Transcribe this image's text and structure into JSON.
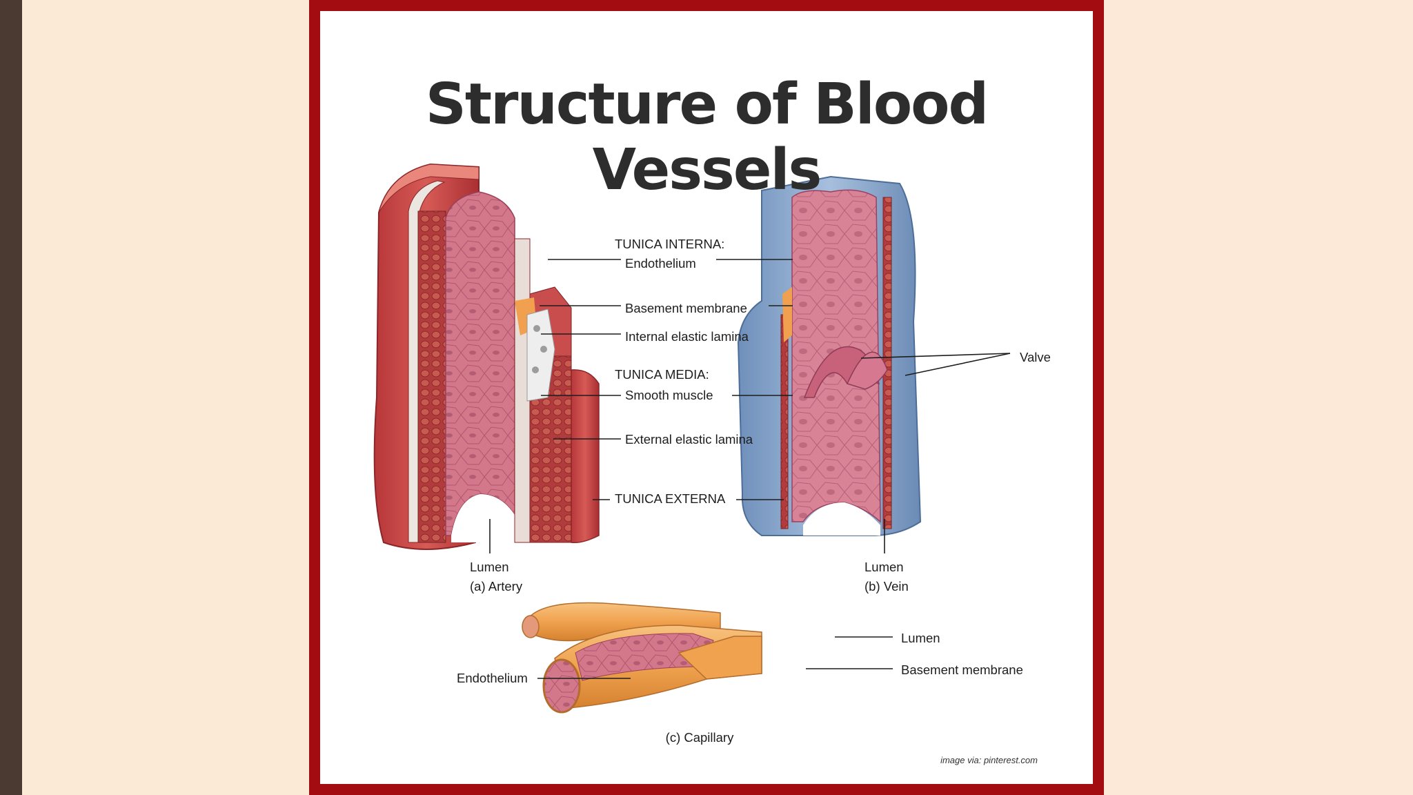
{
  "slide": {
    "title": "Structure of Blood Vessels",
    "credit": "image via: pinterest.com"
  },
  "diagram": {
    "labels": {
      "tunica_interna": "TUNICA INTERNA:",
      "endothelium": "Endothelium",
      "basement_membrane": "Basement membrane",
      "internal_elastic_lamina": "Internal elastic lamina",
      "tunica_media": "TUNICA MEDIA:",
      "smooth_muscle": "Smooth muscle",
      "external_elastic_lamina": "External elastic lamina",
      "tunica_externa": "TUNICA EXTERNA",
      "valve": "Valve",
      "artery_lumen": "Lumen",
      "artery_caption": "(a) Artery",
      "vein_lumen": "Lumen",
      "vein_caption": "(b) Vein",
      "capillary_lumen": "Lumen",
      "capillary_basement": "Basement membrane",
      "capillary_endothelium": "Endothelium",
      "capillary_caption": "(c) Capillary"
    }
  },
  "colors": {
    "frame": "#a30d12",
    "left_bar": "#4a3a31",
    "background": "#fcead6",
    "artery_outer": "#c5474a",
    "artery_inner": "#cf6a7c",
    "vein_outer": "#7d9cc4",
    "capillary": "#f2a35a"
  }
}
